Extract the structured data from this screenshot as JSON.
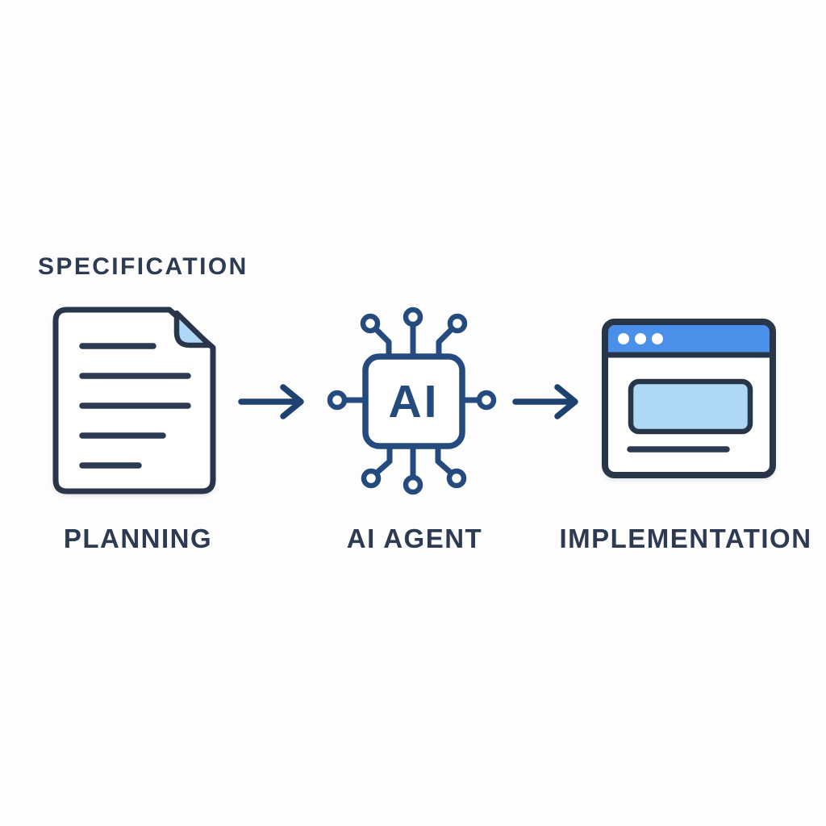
{
  "diagram": {
    "annotation": "SPECIFICATION",
    "chip_text": "AI",
    "steps": [
      {
        "label": "PLANNING",
        "icon": "document-icon"
      },
      {
        "label": "AI AGENT",
        "icon": "ai-chip-icon"
      },
      {
        "label": "IMPLEMENTATION",
        "icon": "browser-window-icon"
      }
    ],
    "arrows": [
      {
        "icon": "arrow-right-icon",
        "direction": "right"
      },
      {
        "icon": "arrow-right-icon",
        "direction": "right"
      }
    ]
  },
  "colors": {
    "background": "#fdfdfd",
    "ink": "#2c3a52",
    "outline": "#293649",
    "circuit-blue": "#254a7e",
    "arrow-blue": "#1e4270",
    "bright-blue": "#4a90e8",
    "light-blue": "#aed8f6"
  }
}
